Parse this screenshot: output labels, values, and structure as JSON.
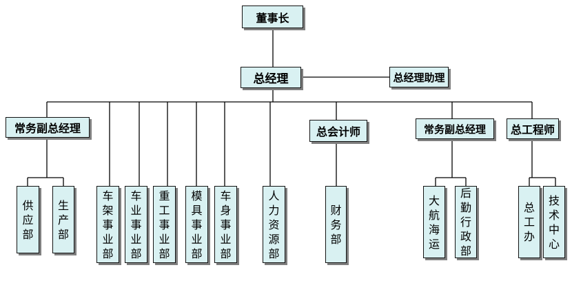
{
  "org_chart": {
    "chairman": "董事长",
    "ceo": "总经理",
    "ceo_assistant": "总经理助理",
    "exec_vp_left": "常务副总经理",
    "chief_accountant": "总会计师",
    "exec_vp_right": "常务副总经理",
    "chief_engineer": "总工程师",
    "departments": {
      "supply": "供应部",
      "production": "生产部",
      "frame": "车架事业部",
      "vehicle": "车业事业部",
      "heavy": "重工事业部",
      "mold": "模具事业部",
      "body": "车身事业部",
      "hr": "人力资源部",
      "finance": "财务部",
      "shipping": "大航海运",
      "logistics_admin": "后勤行政部",
      "engineer_office": "总工办",
      "tech_center": "技术中心"
    }
  },
  "colors": {
    "box_fill": "#d9f1f2",
    "border": "#111111",
    "shadow": "#7f7f7f"
  }
}
